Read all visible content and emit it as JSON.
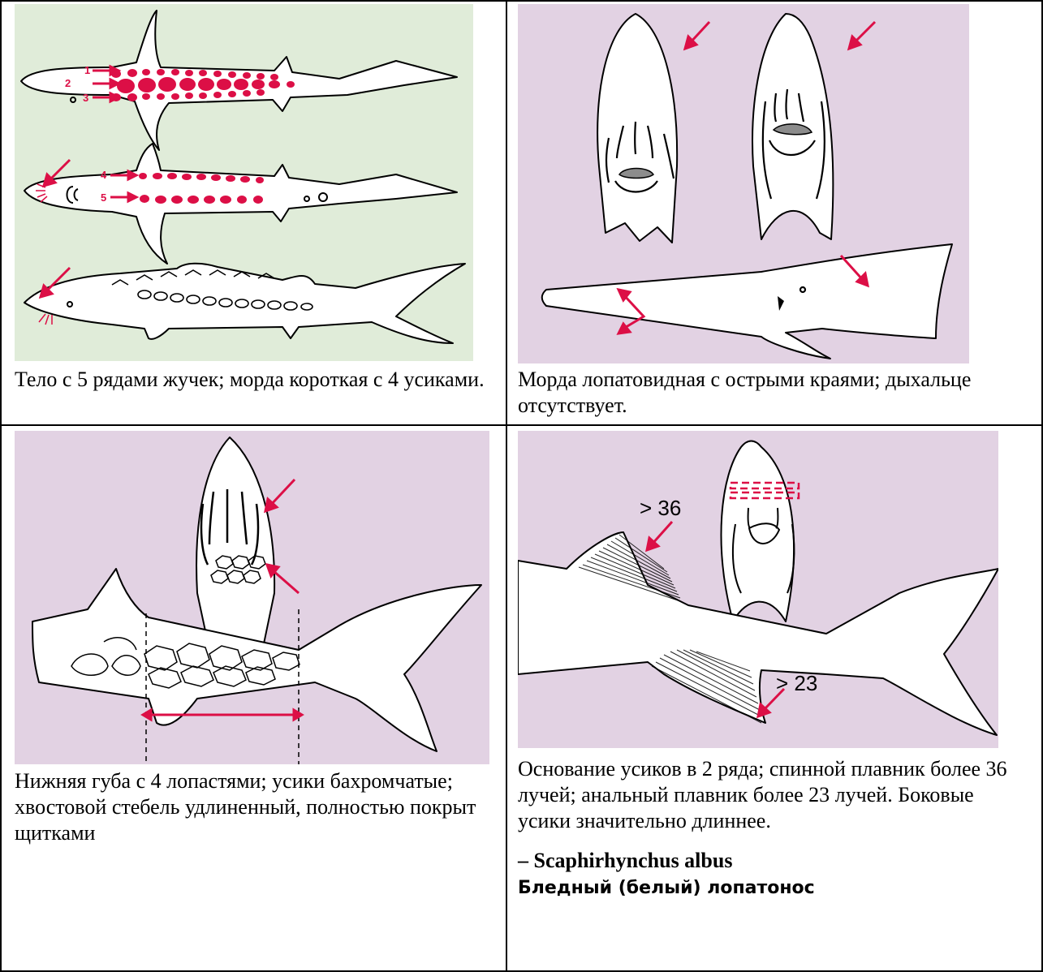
{
  "colors": {
    "panel_green": "#e0ecd9",
    "panel_purple": "#e2d2e3",
    "accent_red": "#dc0f46",
    "outline": "#000000",
    "fill_grey": "#8c8c8c"
  },
  "cells": [
    {
      "caption": "Тело с 5 рядами жучек; морда короткая с 4 усиками.",
      "figure": {
        "row_labels": [
          "1",
          "2",
          "3",
          "4",
          "5"
        ],
        "icon": "sturgeon-dorsal-ventral-lateral-figure"
      }
    },
    {
      "caption": "Морда лопатовидная с острыми краями; дыхальце отсутствует.",
      "figure": {
        "icon": "shovelnose-snout-figure"
      }
    },
    {
      "caption": "Нижняя губа с 4 лопастями; усики бахромчатые; хвостовой стебель удлиненный, полностью покрыт щитками",
      "figure": {
        "icon": "caudal-peduncle-figure"
      }
    },
    {
      "caption": " Основание усиков в 2 ряда; спинной плавник более 36 лучей; анальный плавник более 23 лучей. Боковые усики значительно длиннее.",
      "figure": {
        "dorsal_label": "> 36",
        "anal_label": "> 23",
        "icon": "fin-rays-figure"
      },
      "species_latin": "– Scaphirhynchus albus",
      "species_ru": "Бледный (белый) лопатонос"
    }
  ]
}
